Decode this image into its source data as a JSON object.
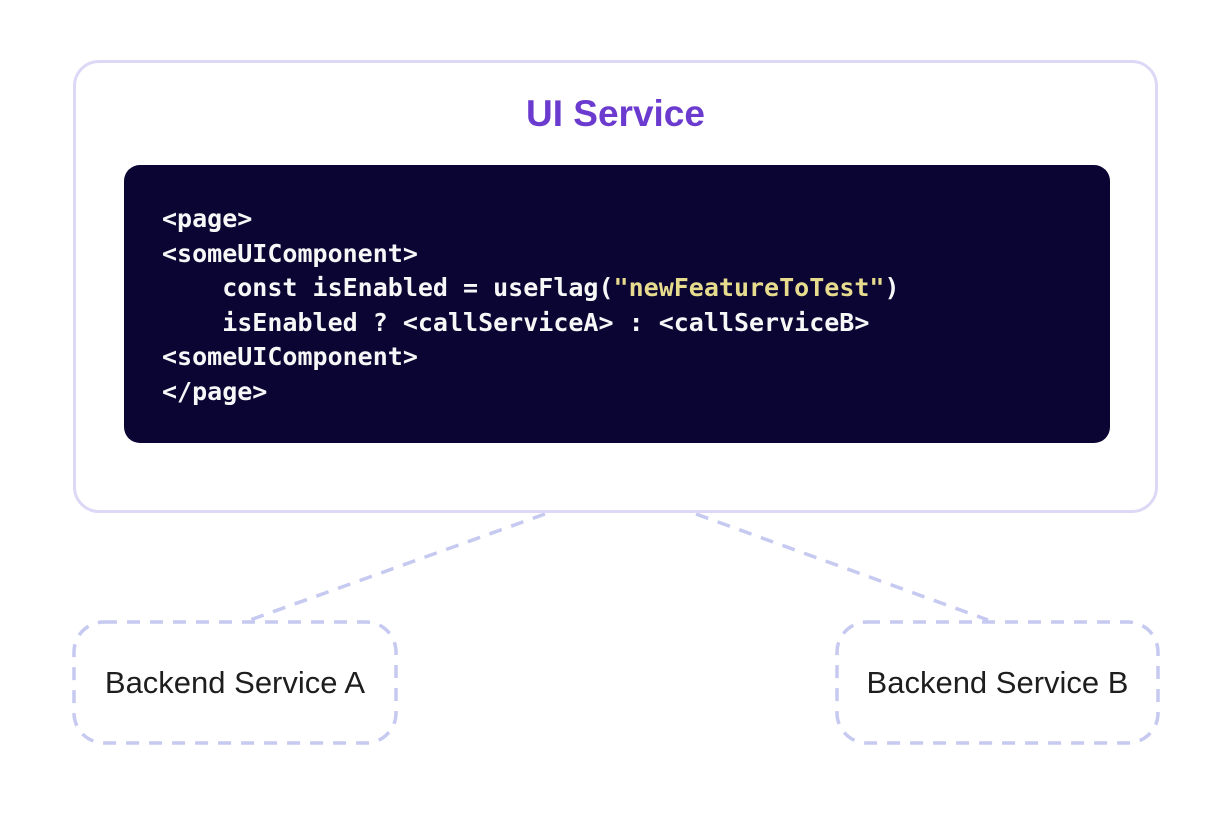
{
  "colors": {
    "accent": "#6b3ace",
    "container_border": "#dcd8f5",
    "code_bg": "#0b0534",
    "code_text": "#f7f7f7",
    "code_string": "#e7dc8e",
    "dash": "#c6c9f0",
    "label_text": "#1e1e1e"
  },
  "ui_service": {
    "title": "UI Service",
    "code_lines": [
      [
        {
          "type": "plain",
          "text": "<page>"
        }
      ],
      [
        {
          "type": "plain",
          "text": "<someUIComponent>"
        }
      ],
      [
        {
          "type": "plain",
          "text": "    const isEnabled = useFlag("
        },
        {
          "type": "string",
          "text": "\"newFeatureToTest\""
        },
        {
          "type": "plain",
          "text": ")"
        }
      ],
      [
        {
          "type": "plain",
          "text": "    isEnabled ? <callServiceA> : <callServiceB>"
        }
      ],
      [
        {
          "type": "plain",
          "text": "<someUIComponent>"
        }
      ],
      [
        {
          "type": "plain",
          "text": "</page>"
        }
      ]
    ]
  },
  "backend_services": [
    {
      "label": "Backend Service A"
    },
    {
      "label": "Backend Service B"
    }
  ]
}
